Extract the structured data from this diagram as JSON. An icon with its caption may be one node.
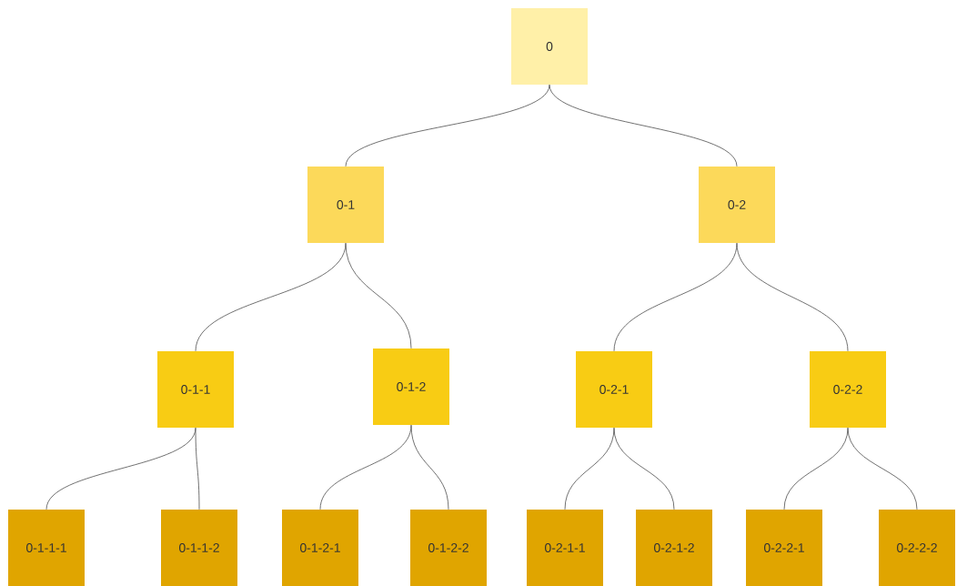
{
  "diagram": {
    "nodes": [
      {
        "text": [
          "0"
        ]
      },
      {
        "text": [
          "0-1"
        ]
      },
      {
        "text": [
          "0-2"
        ]
      },
      {
        "text": [
          "0-1-1"
        ]
      },
      {
        "text": [
          "0-1-2"
        ]
      },
      {
        "text": [
          "0-2-1"
        ]
      },
      {
        "text": [
          "0-2-2"
        ]
      },
      {
        "text": [
          "0-1-1-1"
        ]
      },
      {
        "text": [
          "0-1-1-2"
        ]
      },
      {
        "text": [
          "0-1-2-1"
        ]
      },
      {
        "text": [
          "0-1-2-2"
        ]
      },
      {
        "text": [
          "0-2-1-1"
        ]
      },
      {
        "text": [
          "0-2-1-2"
        ]
      },
      {
        "text": [
          "0-2-2-1"
        ]
      },
      {
        "text": [
          "0-2-2-2"
        ]
      }
    ],
    "edges": [
      {
        "from": 0,
        "to": 1,
        "arrow": "none"
      },
      {
        "from": 0,
        "to": 2,
        "arrow": "none"
      },
      {
        "from": 1,
        "to": 3,
        "arrow": "none"
      },
      {
        "from": 1,
        "to": 4,
        "arrow": "none"
      },
      {
        "from": 2,
        "to": 5,
        "arrow": "none"
      },
      {
        "from": 2,
        "to": 6,
        "arrow": "none"
      },
      {
        "from": 3,
        "to": 7,
        "arrow": "none"
      },
      {
        "from": 3,
        "to": 8,
        "arrow": "none"
      },
      {
        "from": 4,
        "to": 9,
        "arrow": "none"
      },
      {
        "from": 4,
        "to": 10,
        "arrow": "none"
      },
      {
        "from": 5,
        "to": 11,
        "arrow": "none"
      },
      {
        "from": 5,
        "to": 12,
        "arrow": "none"
      },
      {
        "from": 6,
        "to": 13,
        "arrow": "none"
      },
      {
        "from": 6,
        "to": 14,
        "arrow": "none"
      }
    ]
  }
}
